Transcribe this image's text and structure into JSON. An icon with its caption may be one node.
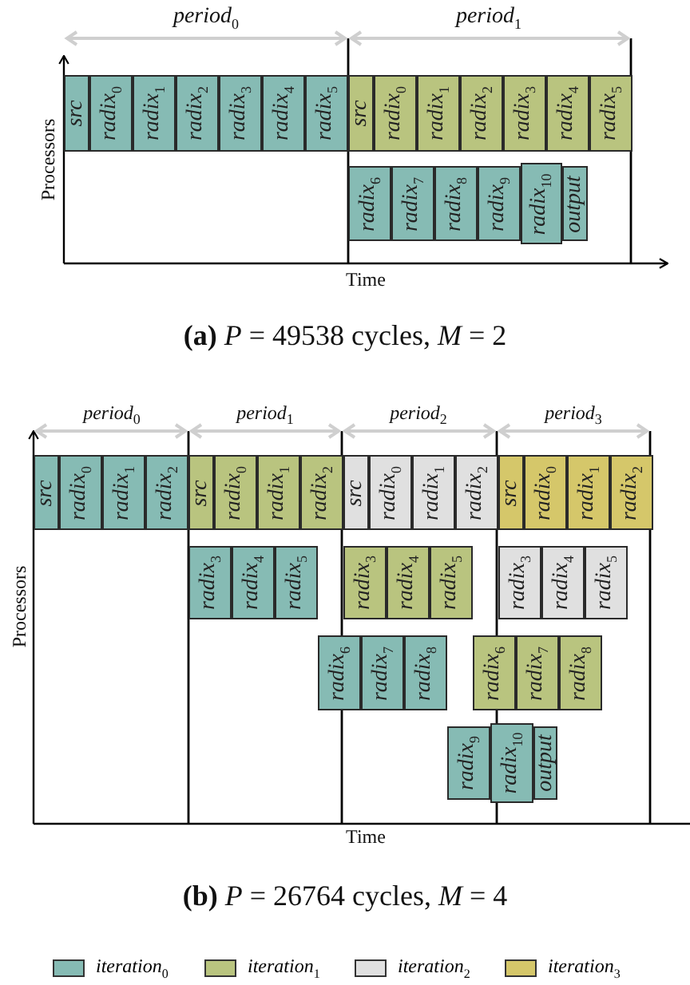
{
  "diagram": {
    "nodes": [
      {
        "text": [
          "src"
        ]
      },
      {
        "text": [
          "radix$_{0}$"
        ]
      },
      {
        "text": [
          "radix$_{1}$"
        ]
      },
      {
        "text": [
          "radix$_{2}$"
        ]
      },
      {
        "text": [
          "radix$_{3}$"
        ]
      },
      {
        "text": [
          "radix$_{4}$"
        ]
      },
      {
        "text": [
          "radix$_{5}$"
        ]
      },
      {
        "text": [
          "src"
        ]
      },
      {
        "text": [
          "radix$_{0}$"
        ]
      },
      {
        "text": [
          "radix$_{1}$"
        ]
      },
      {
        "text": [
          "radix$_{2}$"
        ]
      },
      {
        "text": [
          "radix$_{3}$"
        ]
      },
      {
        "text": [
          "radix$_{4}$"
        ]
      },
      {
        "text": [
          "radix$_{5}$"
        ]
      },
      {
        "text": [
          "radix$_{6}$"
        ]
      },
      {
        "text": [
          "radix$_{7}$"
        ]
      },
      {
        "text": [
          "radix$_{8}$"
        ]
      },
      {
        "text": [
          "radix$_{9}$"
        ]
      },
      {
        "text": [
          "radix$_{10}$"
        ]
      },
      {
        "text": [
          "output"
        ]
      },
      {
        "text": [
          "src"
        ]
      },
      {
        "text": [
          "radix$_{0}$"
        ]
      },
      {
        "text": [
          "radix$_{1}$"
        ]
      },
      {
        "text": [
          "radix$_{2}$"
        ]
      },
      {
        "text": [
          "src"
        ]
      },
      {
        "text": [
          "radix$_{0}$"
        ]
      },
      {
        "text": [
          "radix$_{1}$"
        ]
      },
      {
        "text": [
          "radix$_{2}$"
        ]
      },
      {
        "text": [
          "src"
        ]
      },
      {
        "text": [
          "radix$_{0}$"
        ]
      },
      {
        "text": [
          "radix$_{1}$"
        ]
      },
      {
        "text": [
          "radix$_{2}$"
        ]
      },
      {
        "text": [
          "src"
        ]
      },
      {
        "text": [
          "radix$_{0}$"
        ]
      },
      {
        "text": [
          "radix$_{1}$"
        ]
      },
      {
        "text": [
          "radix$_{2}$"
        ]
      },
      {
        "text": [
          "radix$_{3}$"
        ]
      },
      {
        "text": [
          "radix$_{4}$"
        ]
      },
      {
        "text": [
          "radix$_{5}$"
        ]
      },
      {
        "text": [
          "radix$_{3}$"
        ]
      },
      {
        "text": [
          "radix$_{4}$"
        ]
      },
      {
        "text": [
          "radix$_{5}$"
        ]
      },
      {
        "text": [
          "radix$_{3}$"
        ]
      },
      {
        "text": [
          "radix$_{4}$"
        ]
      },
      {
        "text": [
          "radix$_{5}$"
        ]
      },
      {
        "text": [
          "radix$_{6}$"
        ]
      },
      {
        "text": [
          "radix$_{7}$"
        ]
      },
      {
        "text": [
          "radix$_{8}$"
        ]
      },
      {
        "text": [
          "radix$_{6}$"
        ]
      },
      {
        "text": [
          "radix$_{7}$"
        ]
      },
      {
        "text": [
          "radix$_{8}$"
        ]
      },
      {
        "text": [
          "radix$_{9}$"
        ]
      },
      {
        "text": [
          "radix$_{10}$"
        ]
      },
      {
        "text": [
          "output"
        ]
      }
    ],
    "labels": [
      "period$_{0}$",
      "period$_{1}$",
      "Processors",
      "Time",
      "**(a)** *P* = 49538 cycles,  *M* = 2",
      "period$_{0}$",
      "period$_{1}$",
      "period$_{2}$",
      "period$_{3}$",
      "Processors",
      "Time",
      "**(b)** *P* = 26764 cycles,  *M* = 4"
    ],
    "legend": [
      {
        "text": "iteration$_{0}$",
        "color": "#86bbb4"
      },
      {
        "text": "iteration$_{1}$",
        "color": "#b9c47f"
      },
      {
        "text": "iteration$_{2}$",
        "color": "#e0e0e0"
      },
      {
        "text": "iteration$_{3}$",
        "color": "#d5c76a"
      }
    ]
  }
}
